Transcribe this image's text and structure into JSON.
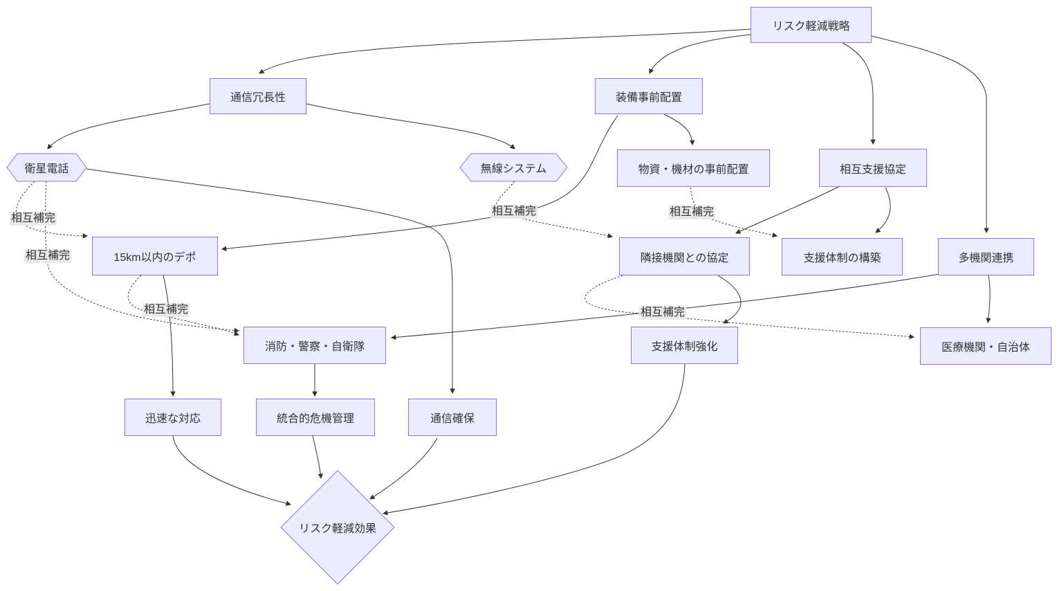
{
  "diagram": {
    "type": "flowchart",
    "edge_label": "相互補完",
    "colors": {
      "node_fill": "#ECECFF",
      "node_border": "#9370DB",
      "edge_stroke": "#333333",
      "edge_label_bg": "#e8e8e8",
      "text": "#333333",
      "background": "#ffffff"
    },
    "nodes": {
      "risk_strategy": {
        "label": "リスク軽減戦略",
        "shape": "rect"
      },
      "comm_redundancy": {
        "label": "通信冗長性",
        "shape": "rect"
      },
      "equipment_prepositioning": {
        "label": "装備事前配置",
        "shape": "rect"
      },
      "satellite_phone": {
        "label": "衛星電話",
        "shape": "hexagon"
      },
      "wireless_system": {
        "label": "無線システム",
        "shape": "hexagon"
      },
      "supplies_prepositioning": {
        "label": "物資・機材の事前配置",
        "shape": "rect"
      },
      "mutual_support_agreement": {
        "label": "相互支援協定",
        "shape": "rect"
      },
      "depot_within_15km": {
        "label": "15km以内のデポ",
        "shape": "rect"
      },
      "adjacent_agency_agreement": {
        "label": "隣接機関との協定",
        "shape": "rect"
      },
      "support_system_building": {
        "label": "支援体制の構築",
        "shape": "rect"
      },
      "multi_agency_collaboration": {
        "label": "多機関連携",
        "shape": "rect"
      },
      "fire_police_sdf": {
        "label": "消防・警察・自衛隊",
        "shape": "rect"
      },
      "support_system_strengthening": {
        "label": "支援体制強化",
        "shape": "rect"
      },
      "medical_municipalities": {
        "label": "医療機関・自治体",
        "shape": "rect"
      },
      "rapid_response": {
        "label": "迅速な対応",
        "shape": "rect"
      },
      "integrated_crisis_management": {
        "label": "統合的危機管理",
        "shape": "rect"
      },
      "comm_securing": {
        "label": "通信確保",
        "shape": "rect"
      },
      "risk_reduction_effect": {
        "label": "リスク軽減効果",
        "shape": "diamond"
      }
    },
    "edges": [
      {
        "from": "リスク軽減戦略",
        "to": "通信冗長性",
        "style": "solid"
      },
      {
        "from": "リスク軽減戦略",
        "to": "装備事前配置",
        "style": "solid"
      },
      {
        "from": "リスク軽減戦略",
        "to": "相互支援協定",
        "style": "solid"
      },
      {
        "from": "リスク軽減戦略",
        "to": "多機関連携",
        "style": "solid"
      },
      {
        "from": "通信冗長性",
        "to": "衛星電話",
        "style": "solid"
      },
      {
        "from": "通信冗長性",
        "to": "無線システム",
        "style": "solid"
      },
      {
        "from": "装備事前配置",
        "to": "物資・機材の事前配置",
        "style": "solid"
      },
      {
        "from": "装備事前配置",
        "to": "15km以内のデポ",
        "style": "solid"
      },
      {
        "from": "衛星電話",
        "to": "通信確保",
        "style": "solid"
      },
      {
        "from": "衛星電話",
        "to": "15km以内のデポ",
        "style": "dotted",
        "label": "相互補完"
      },
      {
        "from": "衛星電話",
        "to": "消防・警察・自衛隊",
        "style": "dotted",
        "label": "相互補完"
      },
      {
        "from": "15km以内のデポ",
        "to": "消防・警察・自衛隊",
        "style": "dotted",
        "label": "相互補完"
      },
      {
        "from": "15km以内のデポ",
        "to": "迅速な対応",
        "style": "solid"
      },
      {
        "from": "無線システム",
        "to": "隣接機関との協定",
        "style": "dotted",
        "label": "相互補完"
      },
      {
        "from": "物資・機材の事前配置",
        "to": "支援体制の構築",
        "style": "dotted",
        "label": "相互補完"
      },
      {
        "from": "相互支援協定",
        "to": "隣接機関との協定",
        "style": "solid"
      },
      {
        "from": "相互支援協定",
        "to": "支援体制の構築",
        "style": "solid"
      },
      {
        "from": "隣接機関との協定",
        "to": "支援体制強化",
        "style": "solid"
      },
      {
        "from": "隣接機関との協定",
        "to": "医療機関・自治体",
        "style": "dotted",
        "label": "相互補完"
      },
      {
        "from": "多機関連携",
        "to": "消防・警察・自衛隊",
        "style": "solid"
      },
      {
        "from": "多機関連携",
        "to": "医療機関・自治体",
        "style": "solid"
      },
      {
        "from": "消防・警察・自衛隊",
        "to": "統合的危機管理",
        "style": "solid"
      },
      {
        "from": "支援体制強化",
        "to": "リスク軽減効果",
        "style": "solid"
      },
      {
        "from": "迅速な対応",
        "to": "リスク軽減効果",
        "style": "solid"
      },
      {
        "from": "統合的危機管理",
        "to": "リスク軽減効果",
        "style": "solid"
      },
      {
        "from": "通信確保",
        "to": "リスク軽減効果",
        "style": "solid"
      }
    ]
  }
}
